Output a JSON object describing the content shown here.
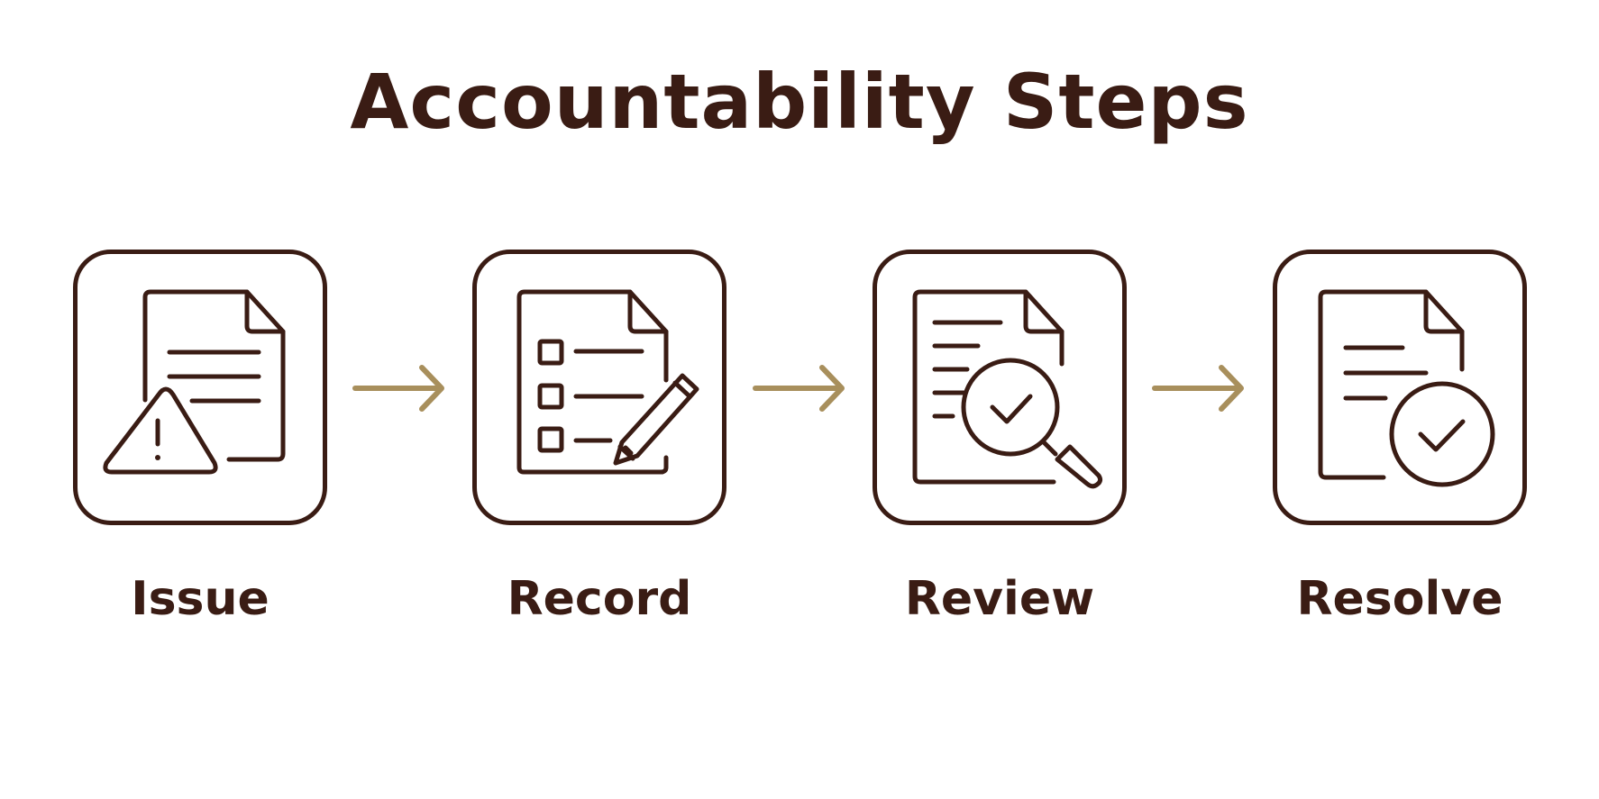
{
  "title": "Accountability Steps",
  "colors": {
    "ink": "#3a1c14",
    "arrow": "#a88f5c",
    "background": "#ffffff"
  },
  "steps": [
    {
      "label": "Issue",
      "icon": "document-warning-icon"
    },
    {
      "label": "Record",
      "icon": "checklist-pencil-icon"
    },
    {
      "label": "Review",
      "icon": "document-magnifier-check-icon"
    },
    {
      "label": "Resolve",
      "icon": "document-check-icon"
    }
  ],
  "connectors": [
    {
      "icon": "arrow-right-icon"
    },
    {
      "icon": "arrow-right-icon"
    },
    {
      "icon": "arrow-right-icon"
    }
  ]
}
